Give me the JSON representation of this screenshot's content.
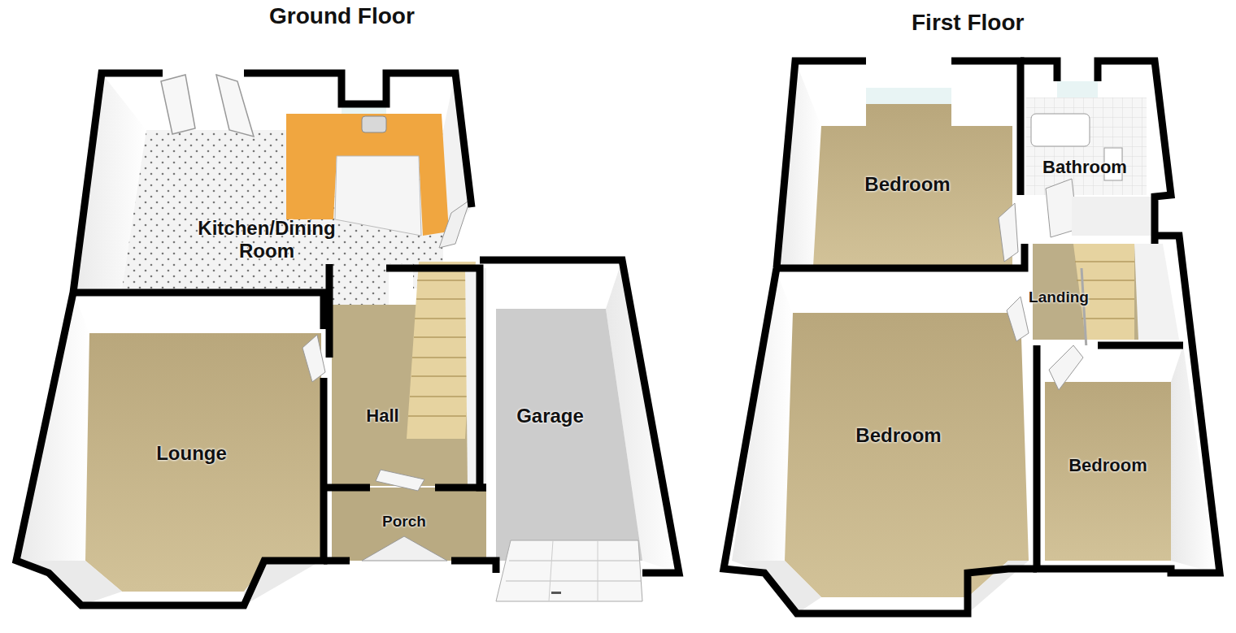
{
  "diagram": {
    "nodes": [
      {
        "text": [
          "Ground Floor"
        ]
      },
      {
        "text": [
          "Kitchen/Dining Room"
        ],
        "in": 0
      },
      {
        "text": [
          "Lounge"
        ],
        "in": 0
      },
      {
        "text": [
          "Hall"
        ],
        "in": 0
      },
      {
        "text": [
          "Garage"
        ],
        "in": 0
      },
      {
        "text": [
          "Porch"
        ],
        "in": 0
      },
      {
        "text": [
          "First Floor"
        ]
      },
      {
        "text": [
          "Bedroom"
        ],
        "in": 6
      },
      {
        "text": [
          "Bathroom"
        ],
        "in": 6
      },
      {
        "text": [
          "Landing"
        ],
        "in": 6
      },
      {
        "text": [
          "Bedroom"
        ],
        "in": 6
      },
      {
        "text": [
          "Bedroom"
        ],
        "in": 6
      }
    ]
  }
}
